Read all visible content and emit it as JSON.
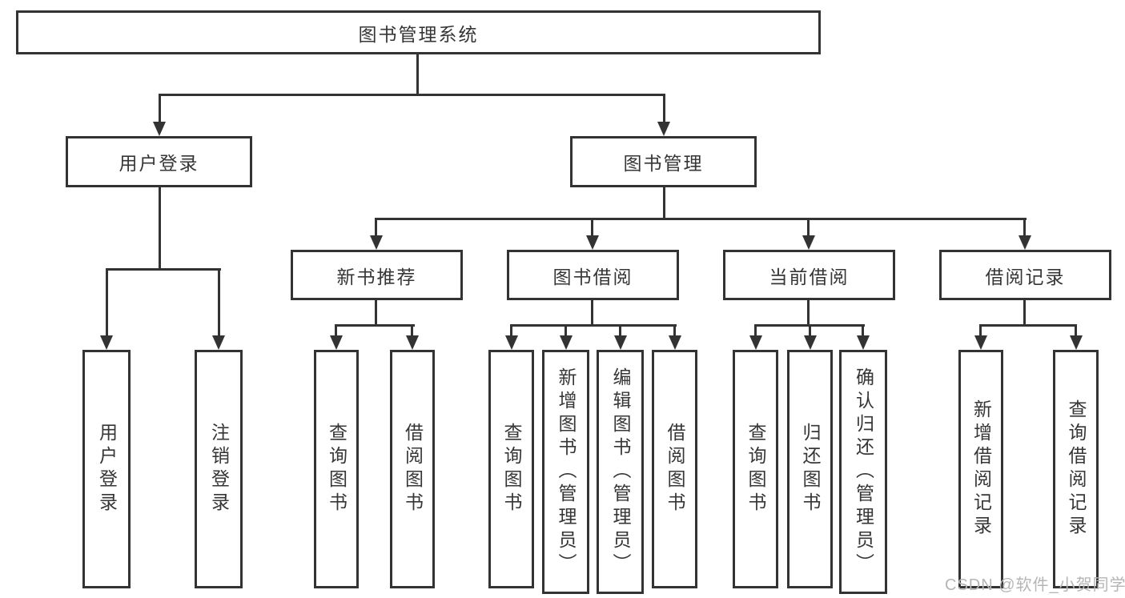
{
  "tree": {
    "label": "图书管理系统",
    "children": [
      {
        "label": "用户登录",
        "children": [
          {
            "label": "用户登录"
          },
          {
            "label": "注销登录"
          }
        ]
      },
      {
        "label": "图书管理",
        "children": [
          {
            "label": "新书推荐",
            "children": [
              {
                "label": "查询图书"
              },
              {
                "label": "借阅图书"
              }
            ]
          },
          {
            "label": "图书借阅",
            "children": [
              {
                "label": "查询图书"
              },
              {
                "label": "新增图书（管理员）"
              },
              {
                "label": "编辑图书（管理员）"
              },
              {
                "label": "借阅图书"
              }
            ]
          },
          {
            "label": "当前借阅",
            "children": [
              {
                "label": "查询图书"
              },
              {
                "label": "归还图书"
              },
              {
                "label": "确认归还（管理员）"
              }
            ]
          },
          {
            "label": "借阅记录",
            "children": [
              {
                "label": "新增借阅记录"
              },
              {
                "label": "查询借阅记录"
              }
            ]
          }
        ]
      }
    ]
  },
  "watermark": {
    "text": "CSDN @软件_小贺同学"
  },
  "colors": {
    "line": "#333333",
    "text": "#363636",
    "watermark": "#b5b5b5",
    "background": "#ffffff"
  }
}
